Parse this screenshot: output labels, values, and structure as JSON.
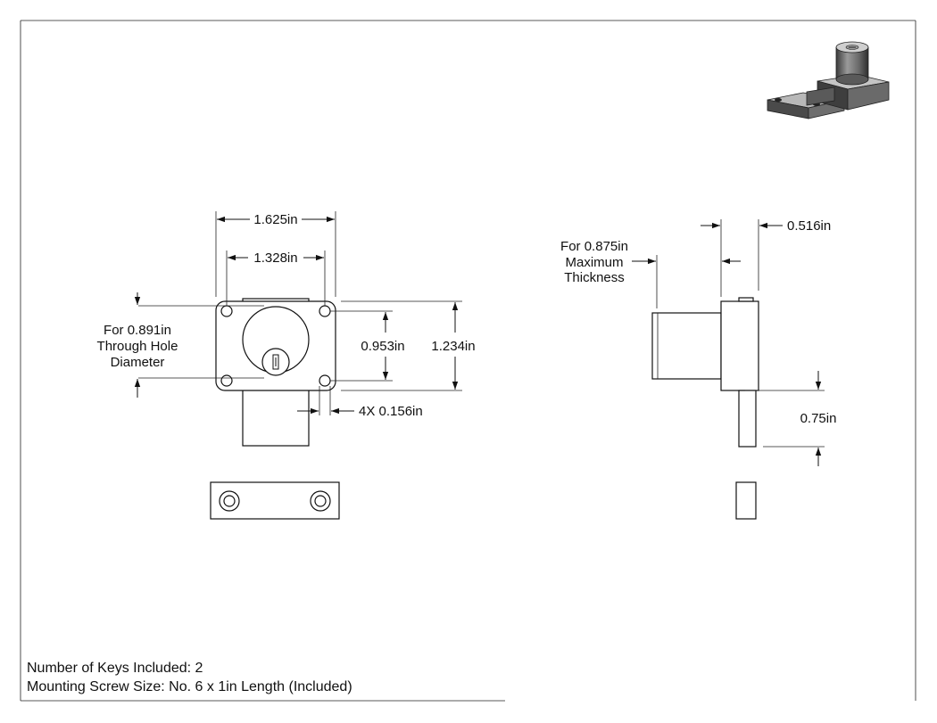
{
  "dimensions": {
    "overall_width": "1.625in",
    "hole_spacing": "1.328in",
    "hole_spacing_vertical": "0.953in",
    "overall_height": "1.234in",
    "mounting_hole": "4X 0.156in",
    "backset": "0.516in",
    "bolt_throw": "0.75in"
  },
  "callouts": {
    "through_hole": [
      "For 0.891in",
      "Through Hole",
      "Diameter"
    ],
    "max_thickness": [
      "For 0.875in",
      "Maximum",
      "Thickness"
    ]
  },
  "notes": {
    "keys": "Number of Keys Included: 2",
    "screws": "Mounting Screw Size: No. 6 x 1in Length (Included)"
  }
}
